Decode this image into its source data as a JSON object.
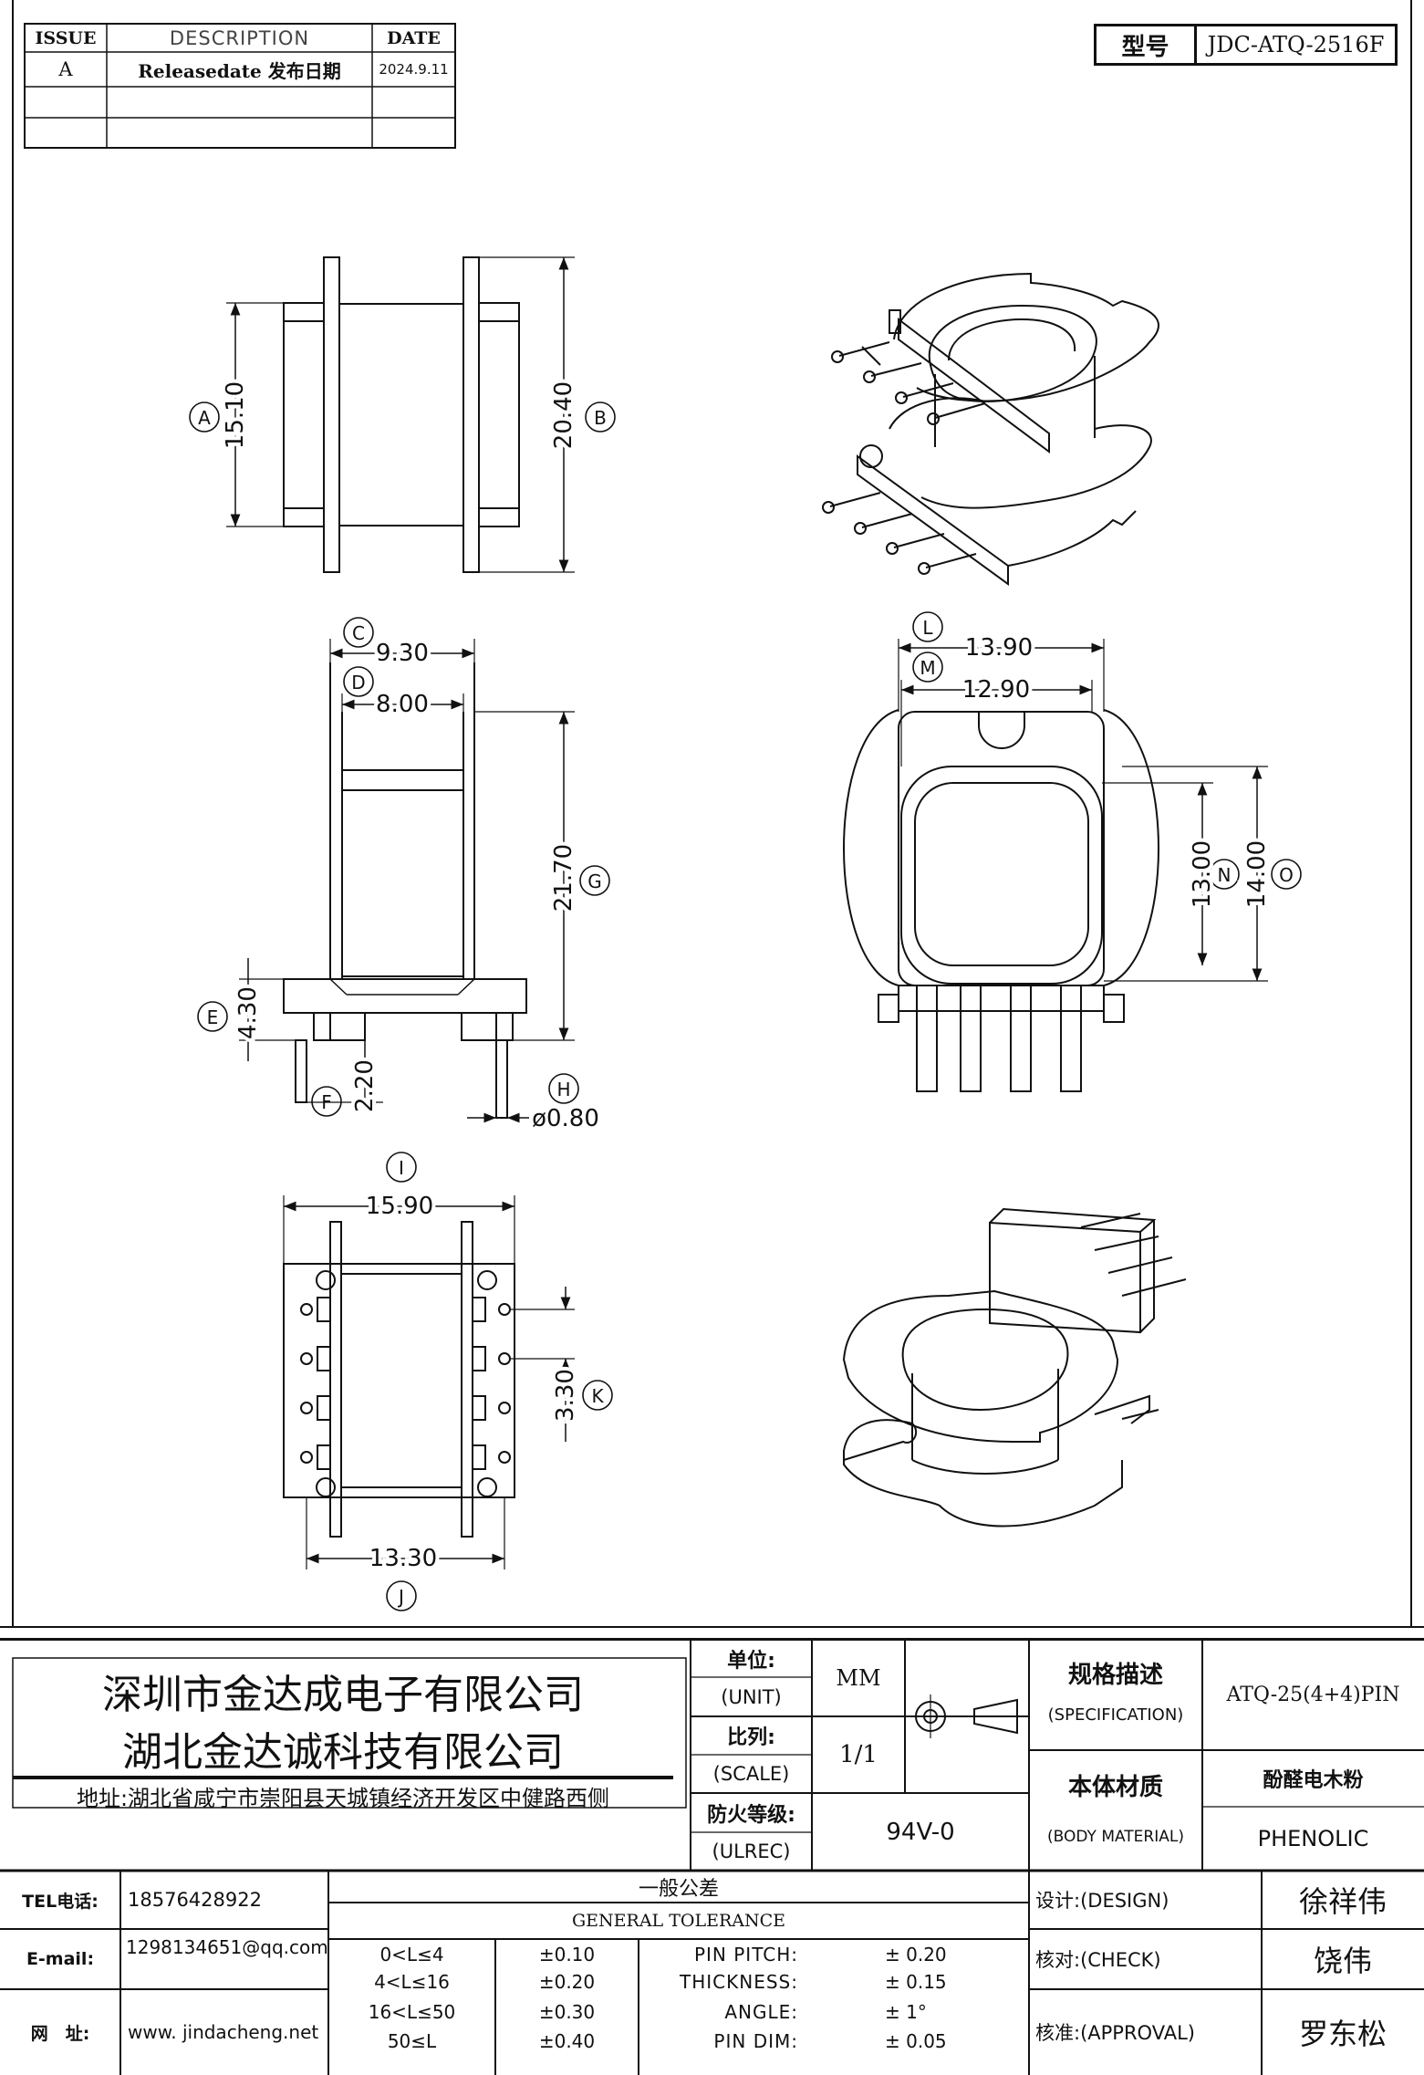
{
  "revision_table": {
    "headers": {
      "issue": "ISSUE",
      "description": "DESCRIPTION",
      "date": "DATE"
    },
    "rows": [
      {
        "issue": "A",
        "description": "Releasedate 发布日期",
        "date": "2024.9.11"
      }
    ]
  },
  "model_box": {
    "label": "型号",
    "value": "JDC-ATQ-2516F"
  },
  "dimensions": {
    "A": {
      "tag": "A",
      "value": "15.10"
    },
    "B": {
      "tag": "B",
      "value": "20.40"
    },
    "C": {
      "tag": "C",
      "value": "9.30"
    },
    "D": {
      "tag": "D",
      "value": "8.00"
    },
    "E": {
      "tag": "E",
      "value": "4.30"
    },
    "F": {
      "tag": "F",
      "value": "2.20"
    },
    "G": {
      "tag": "G",
      "value": "21.70"
    },
    "H": {
      "tag": "H",
      "value": "ø0.80"
    },
    "I": {
      "tag": "I",
      "value": "15.90"
    },
    "J": {
      "tag": "J",
      "value": "13.30"
    },
    "K": {
      "tag": "K",
      "value": "3.30"
    },
    "L": {
      "tag": "L",
      "value": "13.90"
    },
    "M": {
      "tag": "M",
      "value": "12.90"
    },
    "N": {
      "tag": "N",
      "value": "13.00"
    },
    "O": {
      "tag": "O",
      "value": "14.00"
    }
  },
  "company": {
    "name_1": "深圳市金达成电子有限公司",
    "name_2": "湖北金达诚科技有限公司",
    "address": "地址:湖北省咸宁市崇阳县天城镇经济开发区中健路西侧"
  },
  "spec": {
    "unit_cn": "单位:",
    "unit_en": "(UNIT)",
    "unit_value": "MM",
    "scale_cn": "比列:",
    "scale_en": "(SCALE)",
    "scale_value": "1/1",
    "ulrec_cn": "防火等级:",
    "ulrec_en": "(ULREC)",
    "ulrec_value": "94V-0",
    "spec_cn": "规格描述",
    "spec_en": "(SPECIFICATION)",
    "spec_value": "ATQ-25(4+4)PIN",
    "material_cn": "本体材质",
    "material_en": "(BODY MATERIAL)",
    "material_value_cn": "酚醛电木粉",
    "material_value_en": "PHENOLIC"
  },
  "contact": {
    "tel_label": "TEL电话:",
    "tel_value": "18576428922",
    "email_label": "E-mail:",
    "email_value": "1298134651@qq.com",
    "web_label": "网　址:",
    "web_value": "www. jindacheng.net"
  },
  "tolerance": {
    "title_cn": "一般公差",
    "title_en": "GENERAL TOLERANCE",
    "ranges": [
      {
        "range": "0<L≤4",
        "tol": "±0.10"
      },
      {
        "range": "4<L≤16",
        "tol": "±0.20"
      },
      {
        "range": "16<L≤50",
        "tol": "±0.30"
      },
      {
        "range": "50≤L",
        "tol": "±0.40"
      }
    ],
    "others": [
      {
        "label": "PIN PITCH:",
        "value": "± 0.20"
      },
      {
        "label": "THICKNESS:",
        "value": "± 0.15"
      },
      {
        "label": "ANGLE:",
        "value": "± 1°"
      },
      {
        "label": "PIN DIM:",
        "value": "± 0.05"
      }
    ]
  },
  "signoff": {
    "design_label": "设计:(DESIGN)",
    "design_name": "徐祥伟",
    "check_label": "核对:(CHECK)",
    "check_name": "饶伟",
    "approval_label": "核准:(APPROVAL)",
    "approval_name": "罗东松"
  }
}
